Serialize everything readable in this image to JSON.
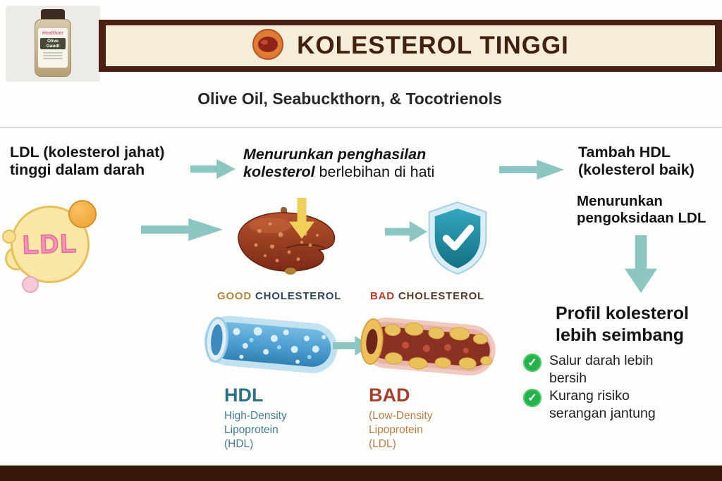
{
  "product": {
    "brand": "Healthier",
    "name": "Olive Gaudt"
  },
  "header": {
    "title": "KOLESTEROL TINGGI",
    "subtitle": "Olive Oil, Seabuckthorn, & Tocotrienols"
  },
  "flow": {
    "cause_line1": "LDL (kolesterol jahat)",
    "cause_line2": "tinggi dalam darah",
    "mechanism_line1": "Menurunkan penghasilan",
    "mechanism_bold": "kolesterol",
    "mechanism_rest": " berlebihan di hati",
    "hdl_line1": "Tambah HDL",
    "hdl_line2": "(kolesterol baik)",
    "oxidation_line1": "Menurunkan",
    "oxidation_line2": "pengoksidaan LDL",
    "ldl_blob_label": "LDL"
  },
  "result": {
    "title_line1": "Profil kolesterol",
    "title_line2": "lebih seimbang",
    "benefits": [
      "Salur darah lebih bersih",
      "Kurang risiko serangan jantung"
    ]
  },
  "comparison": {
    "good_word": "GOOD",
    "good_rest": "CHOLESTEROL",
    "bad_word": "BAD",
    "bad_rest": "CHOLESTEROL",
    "hdl_title": "HDL",
    "hdl_lines": [
      "High-Density",
      "Lipoprotein",
      "(HDL)"
    ],
    "bad_title": "BAD",
    "bad_lines": [
      "(Low-Density",
      "Lipoprotein",
      "(LDL)"
    ]
  },
  "icons": {
    "check": "✓"
  },
  "colors": {
    "header_brown": "#4a2012",
    "header_cream": "#f6eeda",
    "arrow_teal": "#8cc6c3",
    "check_green": "#25b24a",
    "hdl_blue": "#2a7384",
    "bad_red": "#a8402e",
    "ldl_pink": "#f795b5",
    "ldl_yellow": "#fce8a6"
  }
}
